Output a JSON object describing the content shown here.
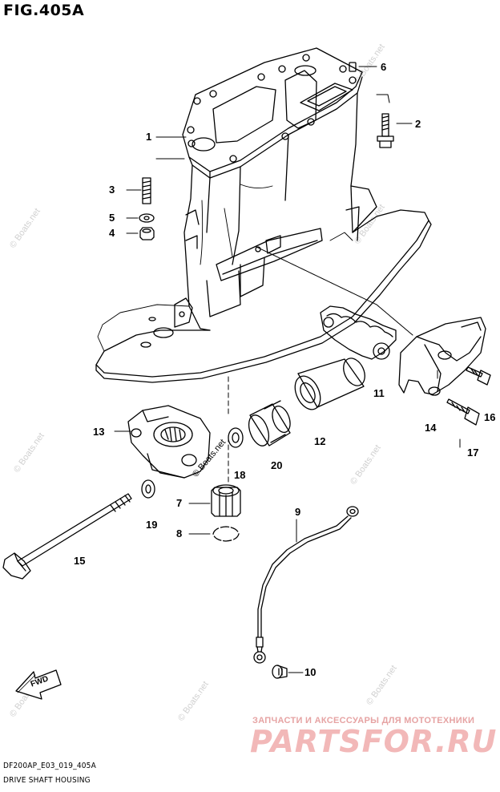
{
  "figure": {
    "title": "FIG.405A"
  },
  "callouts": {
    "c1": "1",
    "c2": "2",
    "c3": "3",
    "c4": "4",
    "c5": "5",
    "c6": "6",
    "c7": "7",
    "c8": "8",
    "c9": "9",
    "c10": "10",
    "c11": "11",
    "c12": "12",
    "c13": "13",
    "c14": "14",
    "c15": "15",
    "c16": "16",
    "c17": "17",
    "c18": "18",
    "c19": "19",
    "c20": "20"
  },
  "fwd_label": "FWD",
  "footer": {
    "code": "DF200AP_E03_019_405A",
    "caption": "DRIVE SHAFT HOUSING"
  },
  "watermark": "© Boats.net",
  "inline_watermark": "© Boats.net",
  "promo": {
    "tagline": "ЗАПЧАСТИ И АКСЕССУАРЫ ДЛЯ МОТОТЕХНИКИ",
    "brand": "PARTSFOR.RU"
  }
}
